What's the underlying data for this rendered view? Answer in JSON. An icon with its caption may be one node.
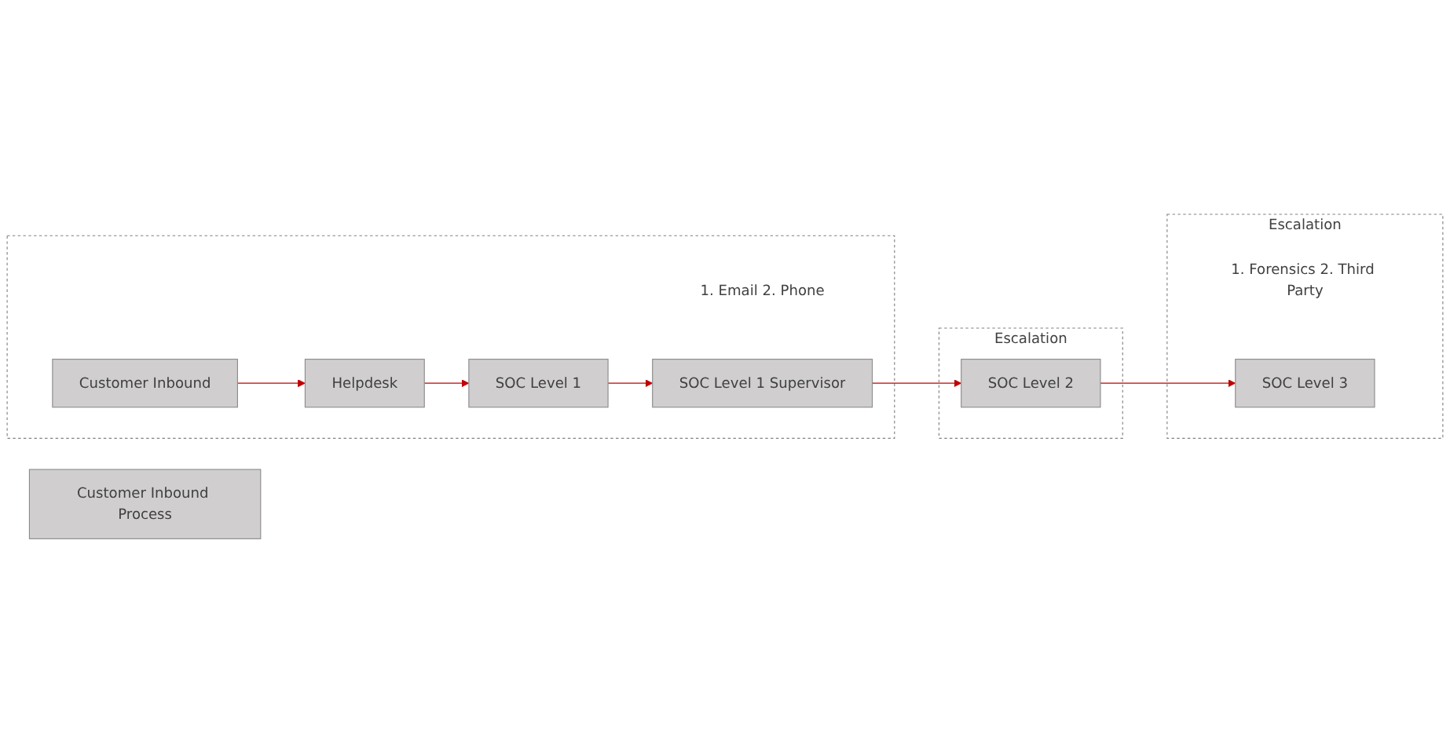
{
  "diagram": {
    "nodes": [
      {
        "text": [],
        "shape": "box"
      },
      {
        "text": [
          "Customer Inbound"
        ],
        "in": 0
      },
      {
        "text": [
          "Helpdesk"
        ],
        "in": 0
      },
      {
        "text": [
          "1. Email 2. Phone"
        ],
        "in": 0
      },
      {
        "text": [
          "SOC Level 1"
        ],
        "in": 0
      },
      {
        "text": [
          "SOC Level 1 Supervisor"
        ],
        "in": 0
      },
      {
        "text": [
          "Customer Inbound Process"
        ]
      },
      {
        "text": [
          "Escalation"
        ]
      },
      {
        "text": [
          "SOC Level 2"
        ],
        "in": 7
      },
      {
        "text": [
          "Escalation"
        ]
      },
      {
        "text": [
          "1. Forensics 2. Third Party"
        ],
        "in": 9
      },
      {
        "text": [
          "SOC Level 3"
        ],
        "in": 9
      }
    ],
    "edges": [
      {
        "from": 1,
        "to": 2,
        "arrow": "to"
      },
      {
        "from": 2,
        "to": 4,
        "arrow": "to"
      },
      {
        "from": 4,
        "to": 5,
        "arrow": "to"
      },
      {
        "from": 5,
        "to": 8,
        "arrow": "to"
      },
      {
        "from": 8,
        "to": 11,
        "arrow": "to"
      }
    ]
  }
}
